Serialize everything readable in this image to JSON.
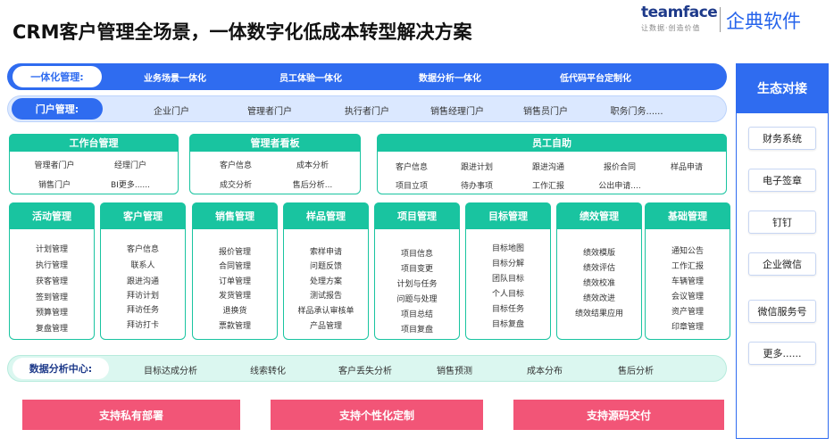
{
  "title": "CRM客户管理全场景，一体数字化低成本转型解决方案",
  "brand": {
    "en": "teamface",
    "slogan": "让数据·创造价值",
    "cn": "企典软件"
  },
  "integration": {
    "label": "一体化管理:",
    "items": [
      "业务场景一体化",
      "员工体验一体化",
      "数据分析一体化",
      "低代码平台定制化"
    ]
  },
  "portal": {
    "label": "门户管理:",
    "items": [
      "企业门户",
      "管理者门户",
      "执行者门户",
      "销售经理门户",
      "销售员门户",
      "职务门务......"
    ]
  },
  "workbench": {
    "title": "工作台管理",
    "items": [
      "管理者门户",
      "经理门户",
      "销售门户",
      "BI更多......"
    ]
  },
  "dashboard": {
    "title": "管理者看板",
    "items": [
      "客户信息",
      "成本分析",
      "成交分析",
      "售后分析..."
    ]
  },
  "selfservice": {
    "title": "员工自助",
    "items": [
      "客户信息",
      "跟进计划",
      "跟进沟通",
      "报价合同",
      "样品申请",
      "项目立项",
      "待办事项",
      "工作汇报",
      "公出申请...."
    ]
  },
  "modules": [
    {
      "title": "活动管理",
      "items": [
        "计划管理",
        "执行管理",
        "获客管理",
        "签到管理",
        "预算管理",
        "复盘管理"
      ]
    },
    {
      "title": "客户管理",
      "items": [
        "客户信息",
        "联系人",
        "跟进沟通",
        "拜访计划",
        "拜访任务",
        "拜访打卡"
      ]
    },
    {
      "title": "销售管理",
      "items": [
        "报价管理",
        "合同管理",
        "订单管理",
        "发货管理",
        "退换货",
        "票款管理"
      ]
    },
    {
      "title": "样品管理",
      "items": [
        "索样申请",
        "问题反馈",
        "处理方案",
        "测试报告",
        "样品承认审核单",
        "产品管理"
      ]
    },
    {
      "title": "项目管理",
      "items": [
        "项目信息",
        "项目变更",
        "计划与任务",
        "问题与处理",
        "项目总结",
        "项目复盘"
      ]
    },
    {
      "title": "目标管理",
      "items": [
        "目标地图",
        "目标分解",
        "团队目标",
        "个人目标",
        "目标任务",
        "目标复盘"
      ]
    },
    {
      "title": "绩效管理",
      "items": [
        "绩效模版",
        "绩效评估",
        "绩效校准",
        "绩效改进",
        "绩效结果应用"
      ]
    },
    {
      "title": "基础管理",
      "items": [
        "通知公告",
        "工作汇报",
        "车辆管理",
        "会议管理",
        "资产管理",
        "印章管理"
      ]
    }
  ],
  "analytics": {
    "label": "数据分析中心:",
    "items": [
      "目标达成分析",
      "线索转化",
      "客户丢失分析",
      "销售预测",
      "成本分布",
      "售后分析"
    ]
  },
  "ecosystem": {
    "title": "生态对接",
    "items": [
      "财务系统",
      "电子签章",
      "钉钉",
      "企业微信",
      "微信服务号",
      "更多......"
    ]
  },
  "cta": [
    "支持私有部署",
    "支持个性化定制",
    "支持源码交付"
  ],
  "colors": {
    "blue": "#2f6cf0",
    "teal": "#19c4a0",
    "pink": "#f25577",
    "light_blue": "#dbe8ff",
    "light_teal": "#dbf7f0"
  }
}
